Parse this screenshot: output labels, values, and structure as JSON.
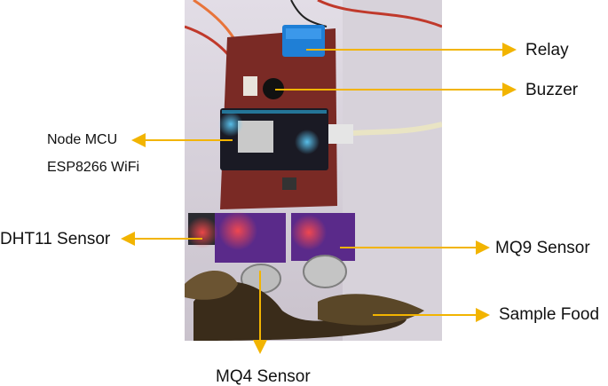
{
  "labels": {
    "relay": "Relay",
    "buzzer": "Buzzer",
    "node_mcu": "Node MCU",
    "esp": "ESP8266 WiFi",
    "dht11": "DHT11 Sensor",
    "mq9": "MQ9 Sensor",
    "sample_food": "Sample Food",
    "mq4": "MQ4 Sensor"
  },
  "colors": {
    "arrow": "#f2b400",
    "pcb": "#7a2a25",
    "mcu_board": "#1a1a24",
    "relay": "#1f7fd6",
    "sensor_board": "#5a2a8a",
    "food": "#3a2c1a"
  }
}
